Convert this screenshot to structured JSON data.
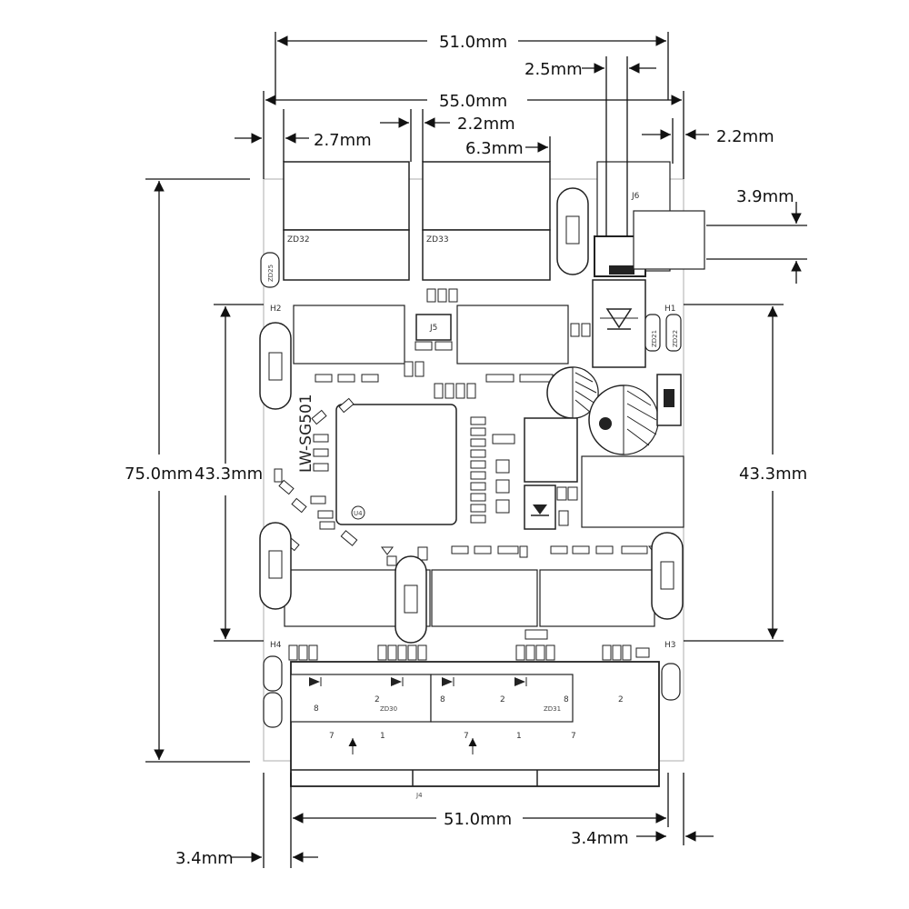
{
  "dimensions": {
    "top_width_51": "51.0mm",
    "header_pitch": "2.5mm",
    "overall_width": "55.0mm",
    "left_inset": "2.7mm",
    "terminal_gap": "2.2mm",
    "terminal_width": "6.3mm",
    "right_offset": "2.2mm",
    "dc_jack_height": "3.9mm",
    "overall_height": "75.0mm",
    "hole_spacing_left": "43.3mm",
    "hole_spacing_right": "43.3mm",
    "bottom_width_51": "51.0mm",
    "bottom_right_offset": "3.4mm",
    "bottom_left_offset": "3.4mm"
  },
  "board": {
    "silkscreen": "LW-SG501",
    "labels": {
      "zd32": "ZD32",
      "zd33": "ZD33",
      "zd25": "ZD25",
      "zd21": "ZD21",
      "zd22": "ZD22",
      "zd30": "ZD30",
      "zd31": "ZD31",
      "j6": "J6",
      "j5": "J5",
      "j4": "J4",
      "h1": "H1",
      "h2": "H2",
      "h3": "H3",
      "h4": "H4",
      "u4": "U4"
    },
    "port_pins": {
      "p8": "8",
      "p2": "2",
      "p7": "7",
      "p1": "1"
    }
  }
}
